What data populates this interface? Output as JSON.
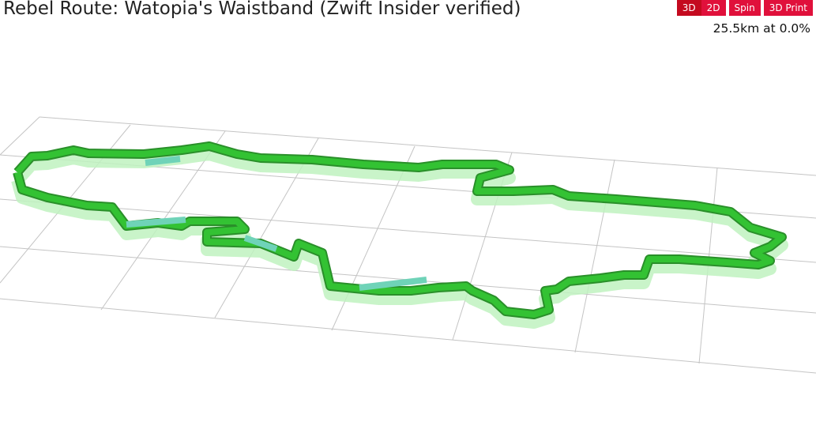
{
  "header": {
    "title": "Rebel Route: Watopia's Waistband (Zwift Insider verified)"
  },
  "controls": {
    "btn_3d": "3D",
    "btn_2d": "2D",
    "btn_spin": "Spin",
    "btn_print": "3D Print",
    "active_view": "3D",
    "button_color": "#e0103b"
  },
  "stats": {
    "readout": "25.5km at 0.0%"
  },
  "scene": {
    "view_mode": "3d-perspective",
    "grid": true,
    "route_color": "#33c233",
    "route_alt_color": "#6fd3b8",
    "shadow_color": "#b9f0b9"
  }
}
